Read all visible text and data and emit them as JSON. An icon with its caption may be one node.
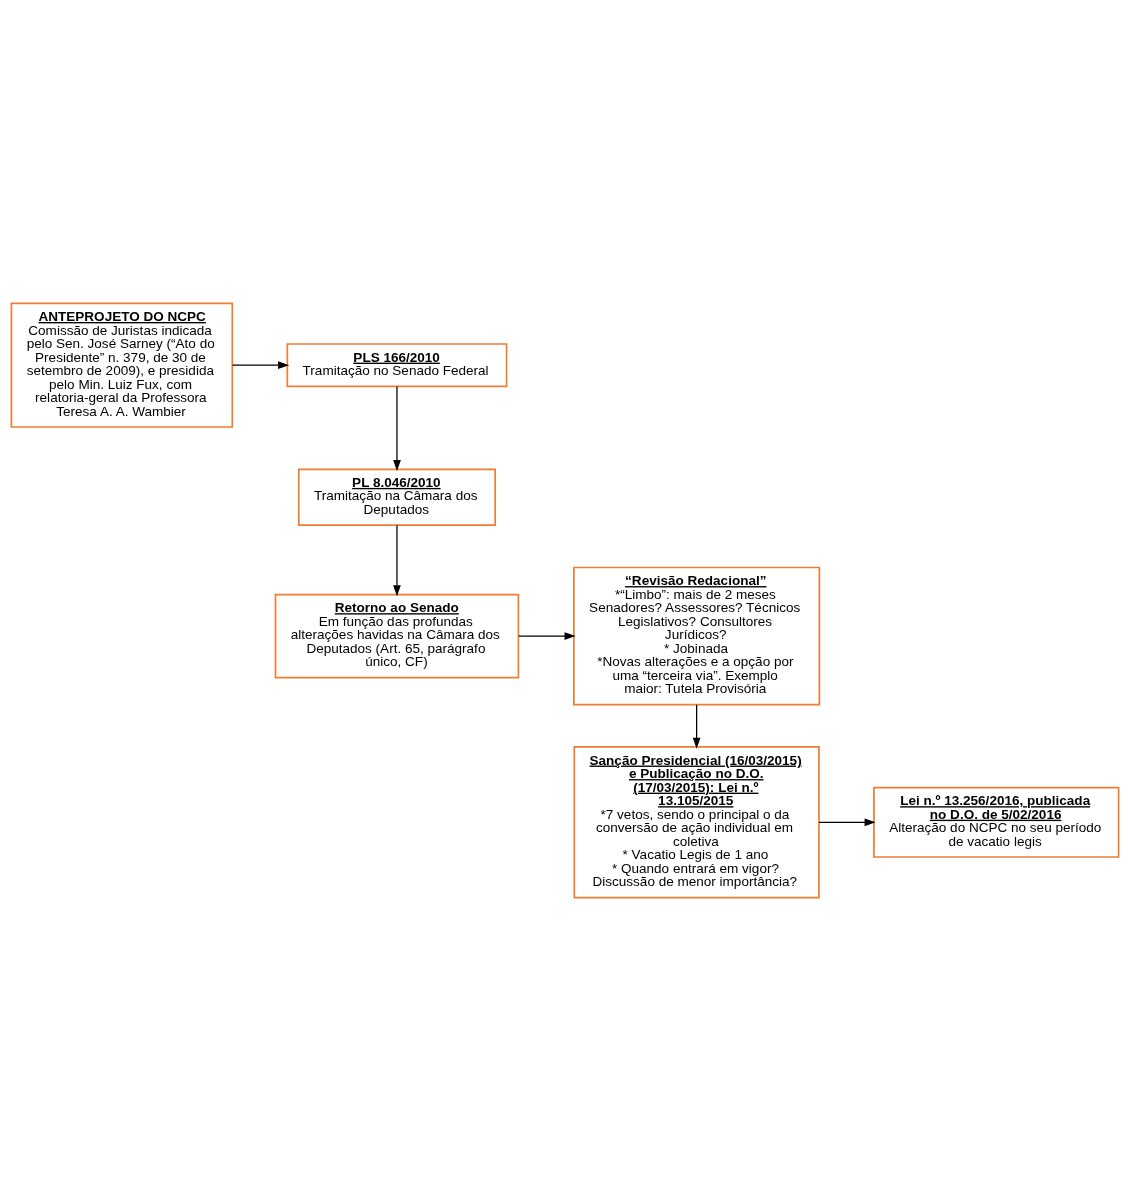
{
  "diagram": {
    "nodes": [
      {
        "text": [
          "ANTEPROJETO DO NCPC",
          "Comissão de Juristas indicada pelo Sen. José Sarney (“Ato do Presidente” n. 379, de 30 de setembro de 2009), e presidida pelo Min. Luiz Fux, com relatoria-geral da Professora Teresa A. A. Wambier"
        ]
      },
      {
        "text": [
          "PLS 166/2010",
          "Tramitação no Senado Federal"
        ]
      },
      {
        "text": [
          "PL 8.046/2010",
          "Tramitação na Câmara dos Deputados"
        ]
      },
      {
        "text": [
          "Retorno ao Senado",
          "Em função das profundas alterações havidas na Câmara dos Deputados (Art. 65, parágrafo único, CF)"
        ]
      },
      {
        "text": [
          "“Revisão Redacional”",
          "*“Limbo”: mais de 2 meses",
          "Senadores? Assessores? Técnicos Legislativos? Consultores Jurídicos?",
          "* Jobinada",
          "*Novas alterações e a opção por uma “terceira via”. Exemplo maior: Tutela Provisória"
        ]
      },
      {
        "text": [
          "Sanção Presidencial (16/03/2015) e Publicação no D.O. (17/03/2015): Lei n.º 13.105/2015",
          "*7 vetos, sendo o principal o da conversão de ação individual em coletiva",
          "* Vacatio Legis de 1 ano",
          "* Quando entrará em vigor? Discussão de menor importância?"
        ]
      },
      {
        "text": [
          "Lei n.º 13.256/2016, publicada no D.O. de 5/02/2016",
          "Alteração do NCPC no seu período de vacatio legis"
        ]
      }
    ],
    "edges": [
      {
        "from": 0,
        "to": 1,
        "arrow": "to"
      },
      {
        "from": 1,
        "to": 2,
        "arrow": "to"
      },
      {
        "from": 2,
        "to": 3,
        "arrow": "to"
      },
      {
        "from": 3,
        "to": 4,
        "arrow": "to"
      },
      {
        "from": 4,
        "to": 5,
        "arrow": "to"
      },
      {
        "from": 5,
        "to": 6,
        "arrow": "to"
      }
    ]
  }
}
